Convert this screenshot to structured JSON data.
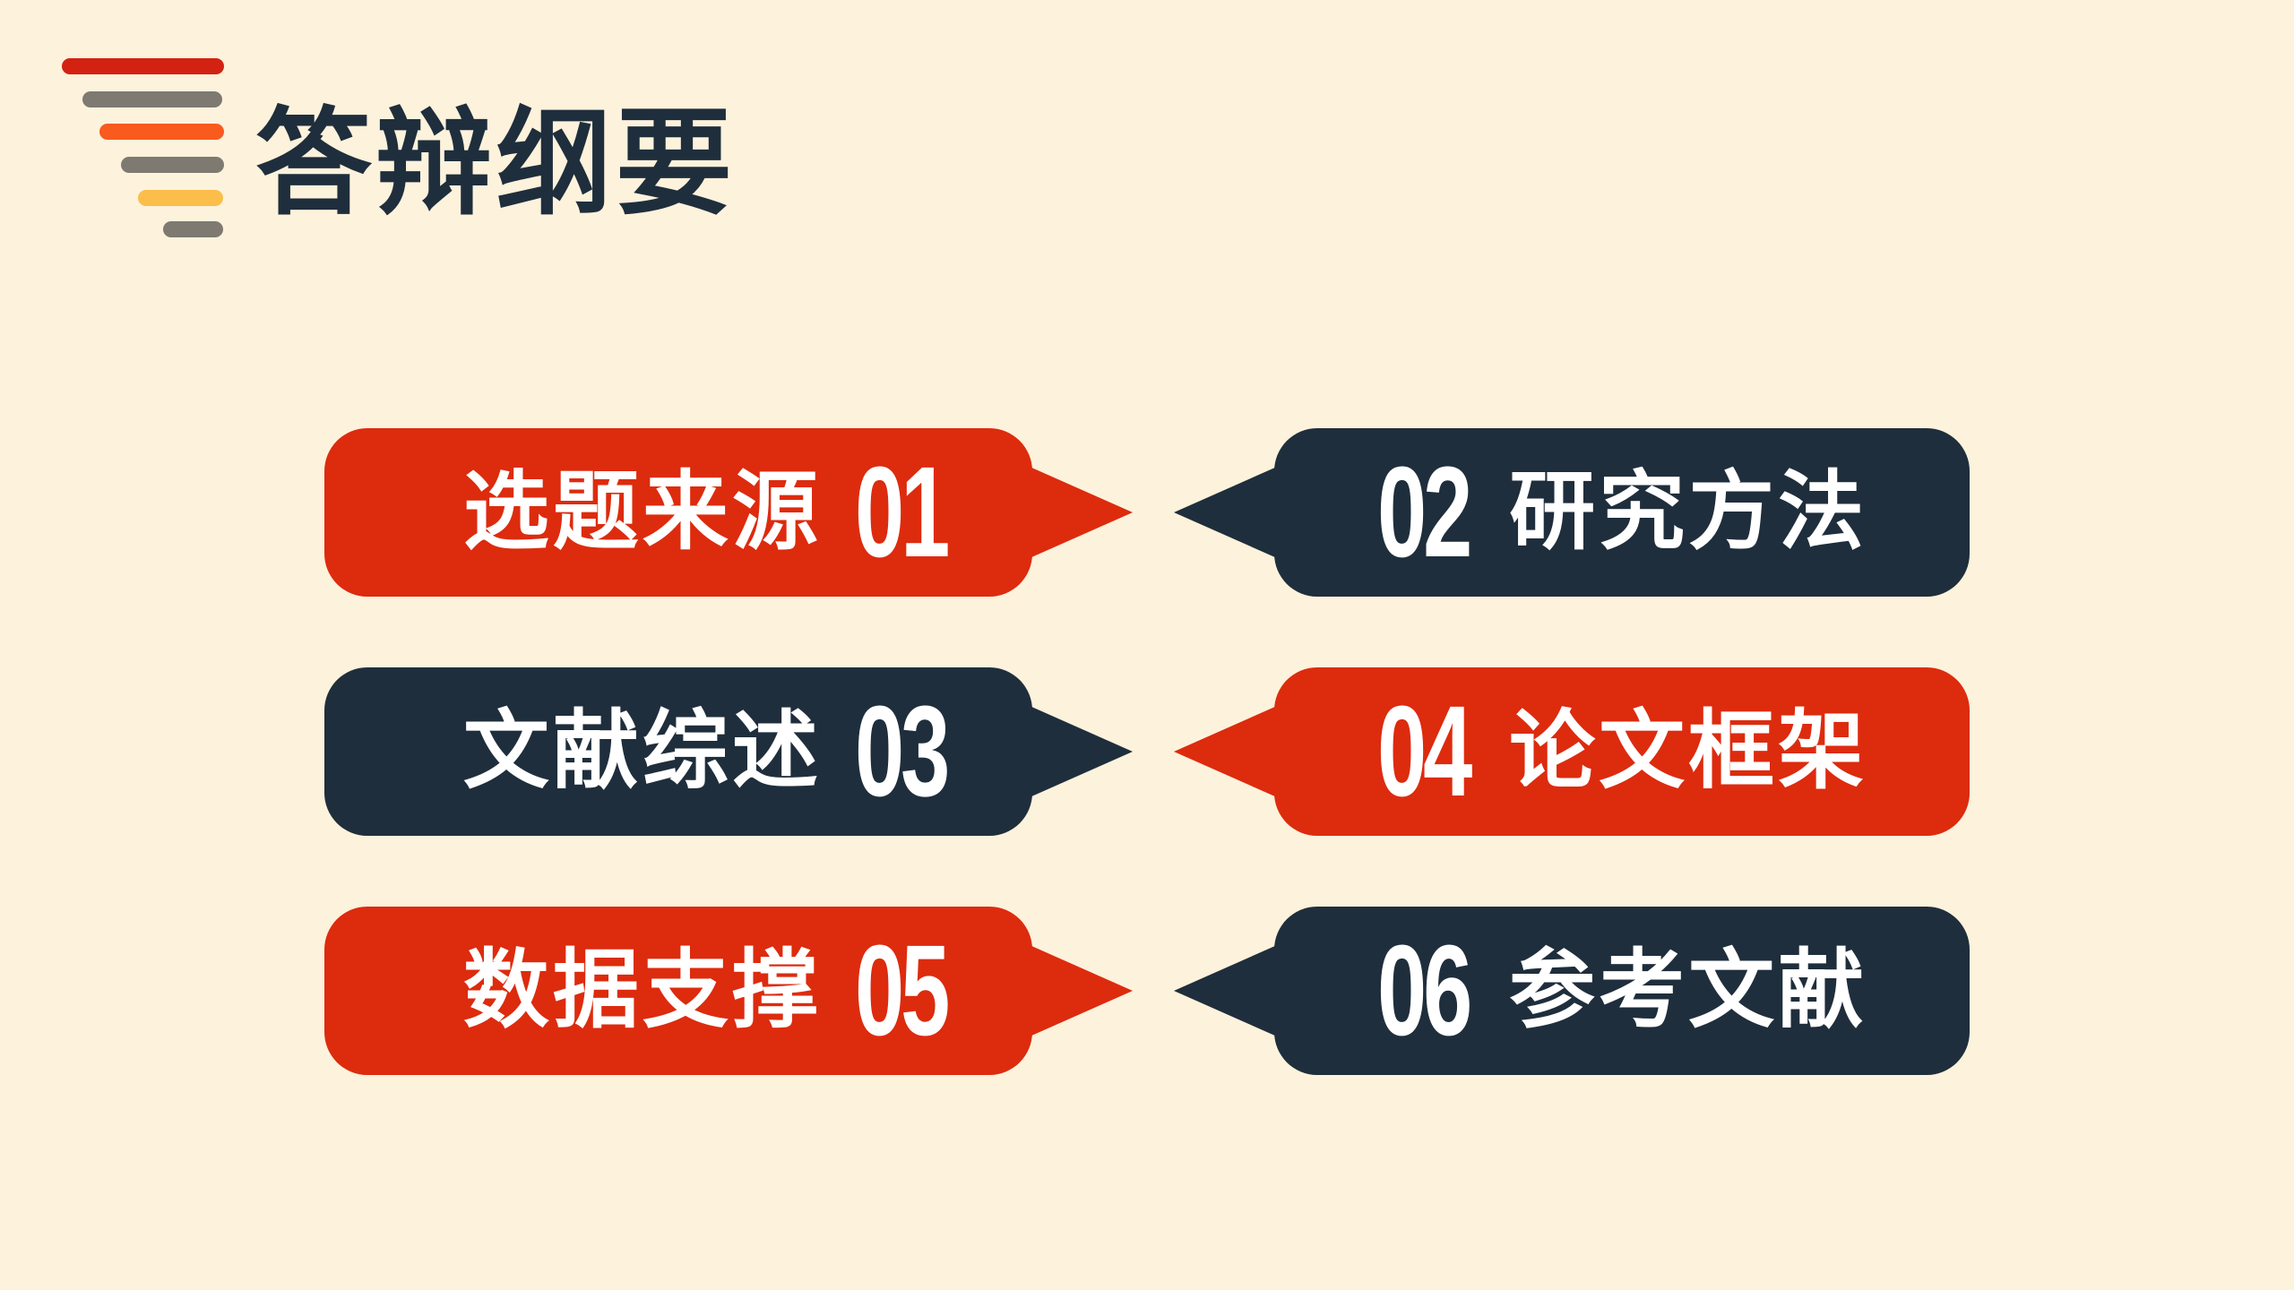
{
  "slide": {
    "title": "答辩纲要"
  },
  "colors": {
    "background": "#FDF2DC",
    "red": "#DD2B0E",
    "navy": "#1F2E3C",
    "bubble_text": "#FFFFFF",
    "title_text": "#1F2E3C"
  },
  "logo": {
    "bars": [
      {
        "name": "red-bar",
        "color": "#D32112"
      },
      {
        "name": "gray-bar",
        "color": "#7E7971"
      },
      {
        "name": "orange-bar",
        "color": "#F95A1E"
      },
      {
        "name": "gray-bar",
        "color": "#7E7971"
      },
      {
        "name": "yellow-bar",
        "color": "#FBBE4B"
      },
      {
        "name": "gray-bar",
        "color": "#7E7971"
      }
    ]
  },
  "outline_items": [
    {
      "number": "01",
      "label": "选题来源"
    },
    {
      "number": "02",
      "label": "研究方法"
    },
    {
      "number": "03",
      "label": "文献综述"
    },
    {
      "number": "04",
      "label": "论文框架"
    },
    {
      "number": "05",
      "label": "数据支撑"
    },
    {
      "number": "06",
      "label": "参考文献"
    }
  ]
}
